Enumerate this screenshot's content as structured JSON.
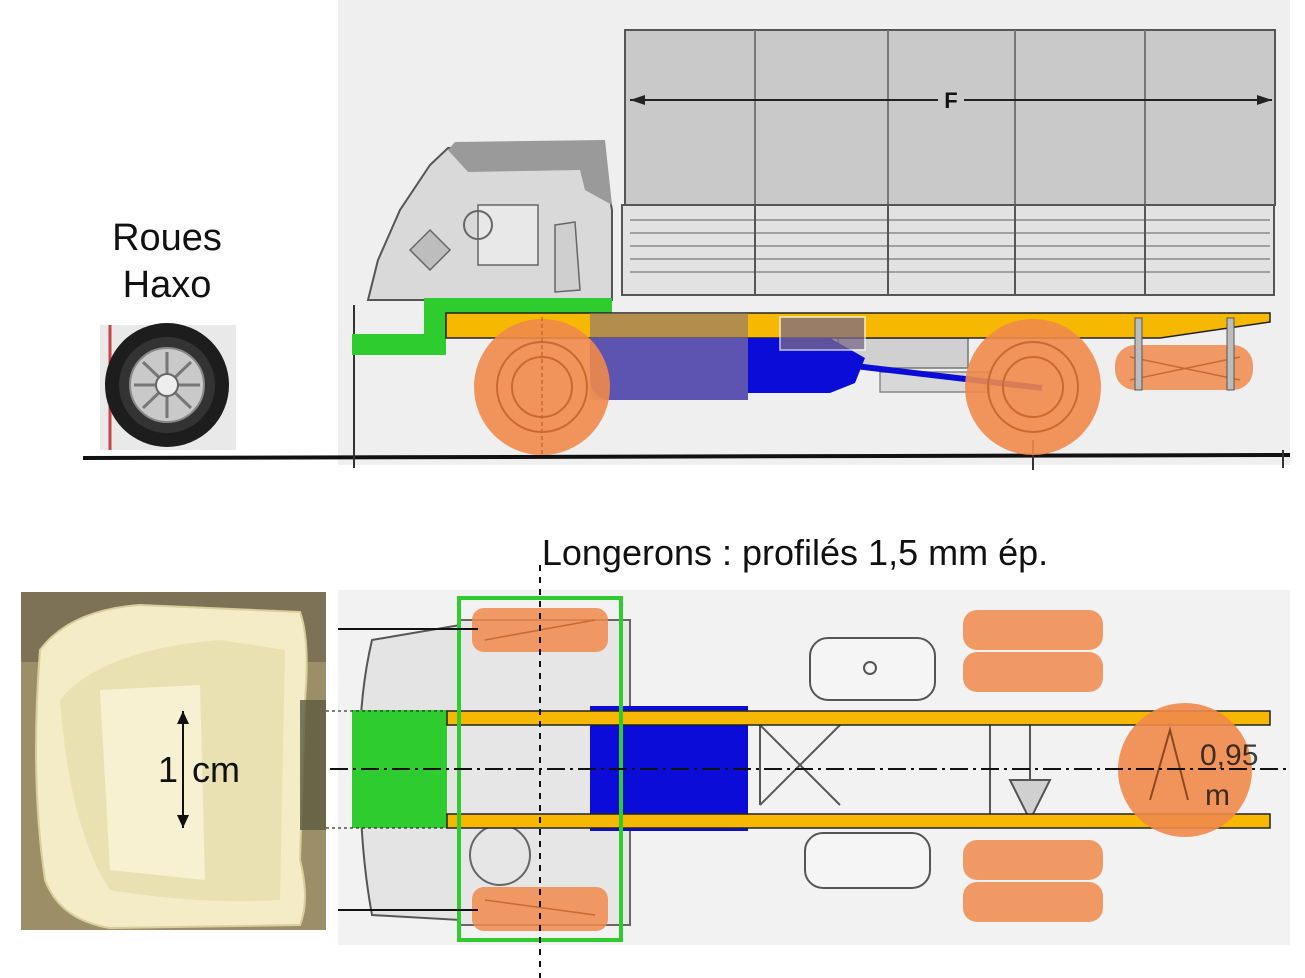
{
  "side_view": {
    "label_line1": "Roues",
    "label_line2": "Haxo",
    "dimension_letter": "F"
  },
  "top_view": {
    "title": "Longerons : profilés 1,5 mm ép.",
    "dimension_number": "1",
    "dimension_unit": "cm",
    "spare_wheel_line1": "0,95",
    "spare_wheel_line2": "m"
  },
  "colors": {
    "wheel": "#f08a4b",
    "frame_rail": "#f6b800",
    "engine_block": "#1414d2",
    "bumper": "#2fcc2f",
    "transparent_box": "#7a6a8a",
    "axle_outline": "#2fcc2f"
  }
}
